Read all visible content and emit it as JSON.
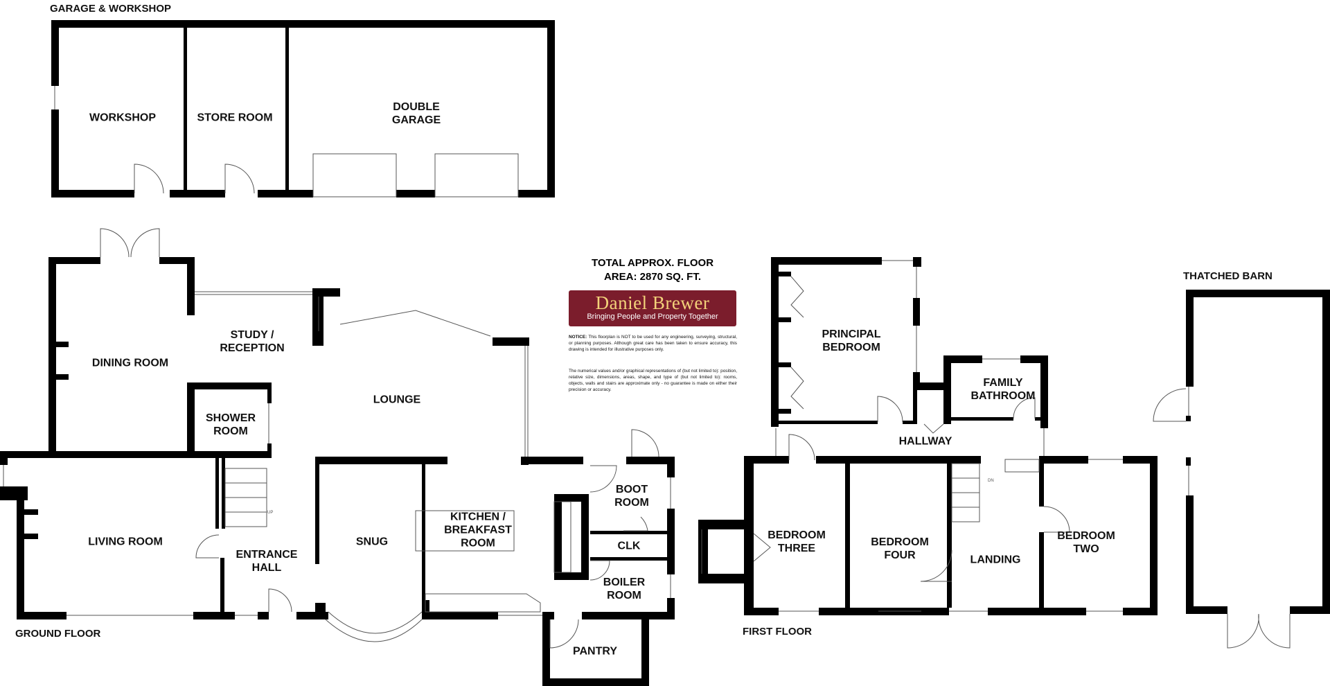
{
  "sections": {
    "garage": "GARAGE & WORKSHOP",
    "ground": "GROUND FLOOR",
    "first": "FIRST FLOOR",
    "barn": "THATCHED BARN"
  },
  "total_area": "TOTAL APPROX. FLOOR\nAREA: 2870 SQ. FT.",
  "logo": {
    "name": "Daniel Brewer",
    "tagline": "Bringing People and Property Together",
    "bg_color": "#7b1d2c"
  },
  "notice": {
    "p1_lead": "NOTICE:",
    "p1": " This floorplan is NOT to be used for any engineering, surveying, structural, or planning purposes. Although great care has been taken to ensure accuracy, this drawing is intended for illustrative purposes only.",
    "p2": "The numerical values and/or graphical representations of (but not limited to): position, relative size, dimensions, areas, shape, and type of (but not limited to): rooms, objects, walls and stairs are approximate only - no guarantee is made on either their precision or accuracy."
  },
  "rooms": {
    "workshop": "WORKSHOP",
    "store_room": "STORE ROOM",
    "double_garage": "DOUBLE\nGARAGE",
    "dining_room": "DINING ROOM",
    "study": "STUDY /\nRECEPTION",
    "shower_room": "SHOWER\nROOM",
    "lounge": "LOUNGE",
    "living_room": "LIVING ROOM",
    "entrance_hall": "ENTRANCE\nHALL",
    "snug": "SNUG",
    "kitchen": "KITCHEN /\nBREAKFAST\nROOM",
    "boot_room": "BOOT\nROOM",
    "clk": "CLK",
    "boiler_room": "BOILER\nROOM",
    "pantry": "PANTRY",
    "principal_bedroom": "PRINCIPAL\nBEDROOM",
    "family_bathroom": "FAMILY\nBATHROOM",
    "hallway": "HALLWAY",
    "bedroom_three": "BEDROOM\nTHREE",
    "bedroom_four": "BEDROOM\nFOUR",
    "landing": "LANDING",
    "bedroom_two": "BEDROOM\nTWO"
  },
  "stairs": {
    "up": "UP",
    "dn": "DN"
  }
}
